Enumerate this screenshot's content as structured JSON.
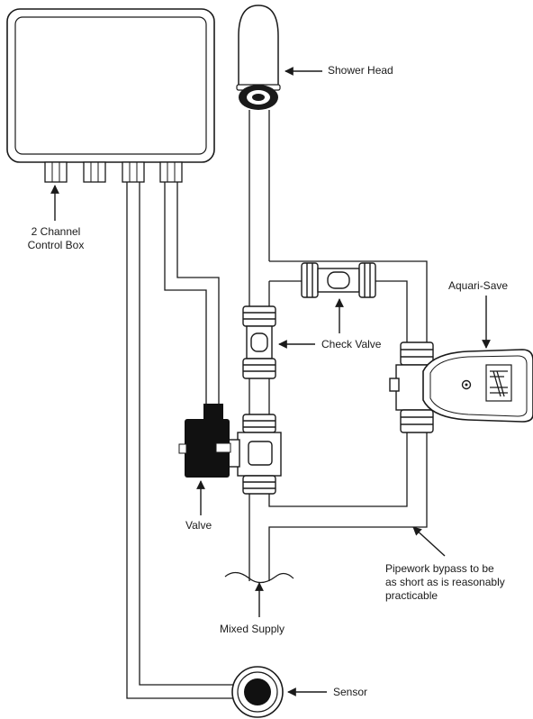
{
  "labels": {
    "shower_head": "Shower Head",
    "control_box": "2 Channel\nControl Box",
    "aquari_save": "Aquari-Save",
    "check_valve": "Check Valve",
    "valve": "Valve",
    "bypass_note": "Pipework bypass to be\nas short as is reasonably\npracticable",
    "mixed_supply": "Mixed Supply",
    "sensor": "Sensor"
  }
}
